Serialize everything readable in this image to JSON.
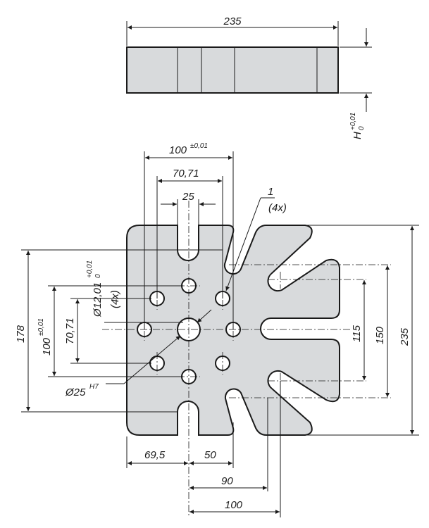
{
  "labels": {
    "top_width": "235",
    "height_dim": "H",
    "height_tol_upper": "+0,01",
    "height_tol_lower": "0",
    "outer_spacing": "100",
    "outer_spacing_tol": "±0,01",
    "pin_spacing": "70,71",
    "slot_width": "25",
    "callout_number": "1",
    "callout_count": "(4x)",
    "pin_diameter": "Ø12,01",
    "pin_tol_upper": "+0,01",
    "pin_tol_lower": "0",
    "pin_count": "(4x)",
    "center_diameter": "Ø25",
    "center_fit": "H7",
    "left_height": "178",
    "left_spacing": "100",
    "left_spacing_tol": "±0,01",
    "left_pin_spacing": "70,71",
    "right_slot_spacing": "115",
    "right_outer_spacing": "150",
    "right_total": "235",
    "bottom_left_offset": "69,5",
    "bottom_center_offset": "50",
    "bottom_slot_offset": "90",
    "bottom_total": "100"
  },
  "colors": {
    "part_fill": "#d8dadc",
    "line": "#1a1a1a",
    "background": "#ffffff"
  }
}
